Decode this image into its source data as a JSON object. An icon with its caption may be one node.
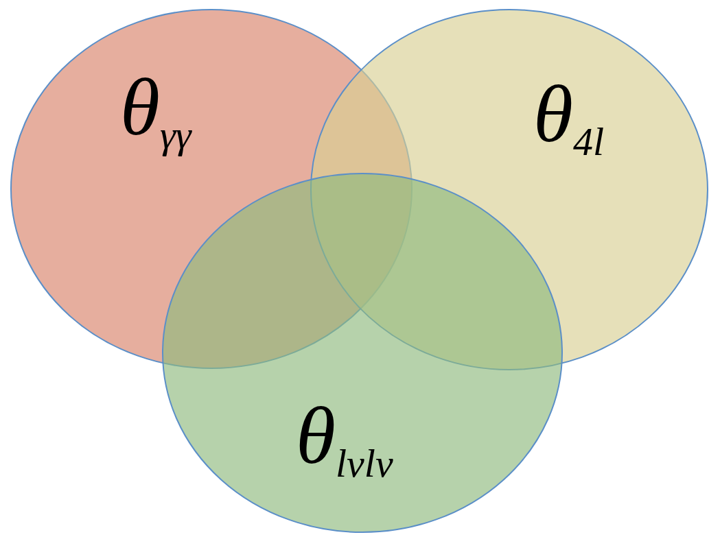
{
  "diagram": {
    "nodes": [
      {
        "text": [
          "θ$_{γγ}$"
        ]
      },
      {
        "text": [
          "θ$_{4l}$"
        ]
      },
      {
        "text": [
          "θ$_{lνlν}$"
        ]
      }
    ],
    "edges": []
  }
}
